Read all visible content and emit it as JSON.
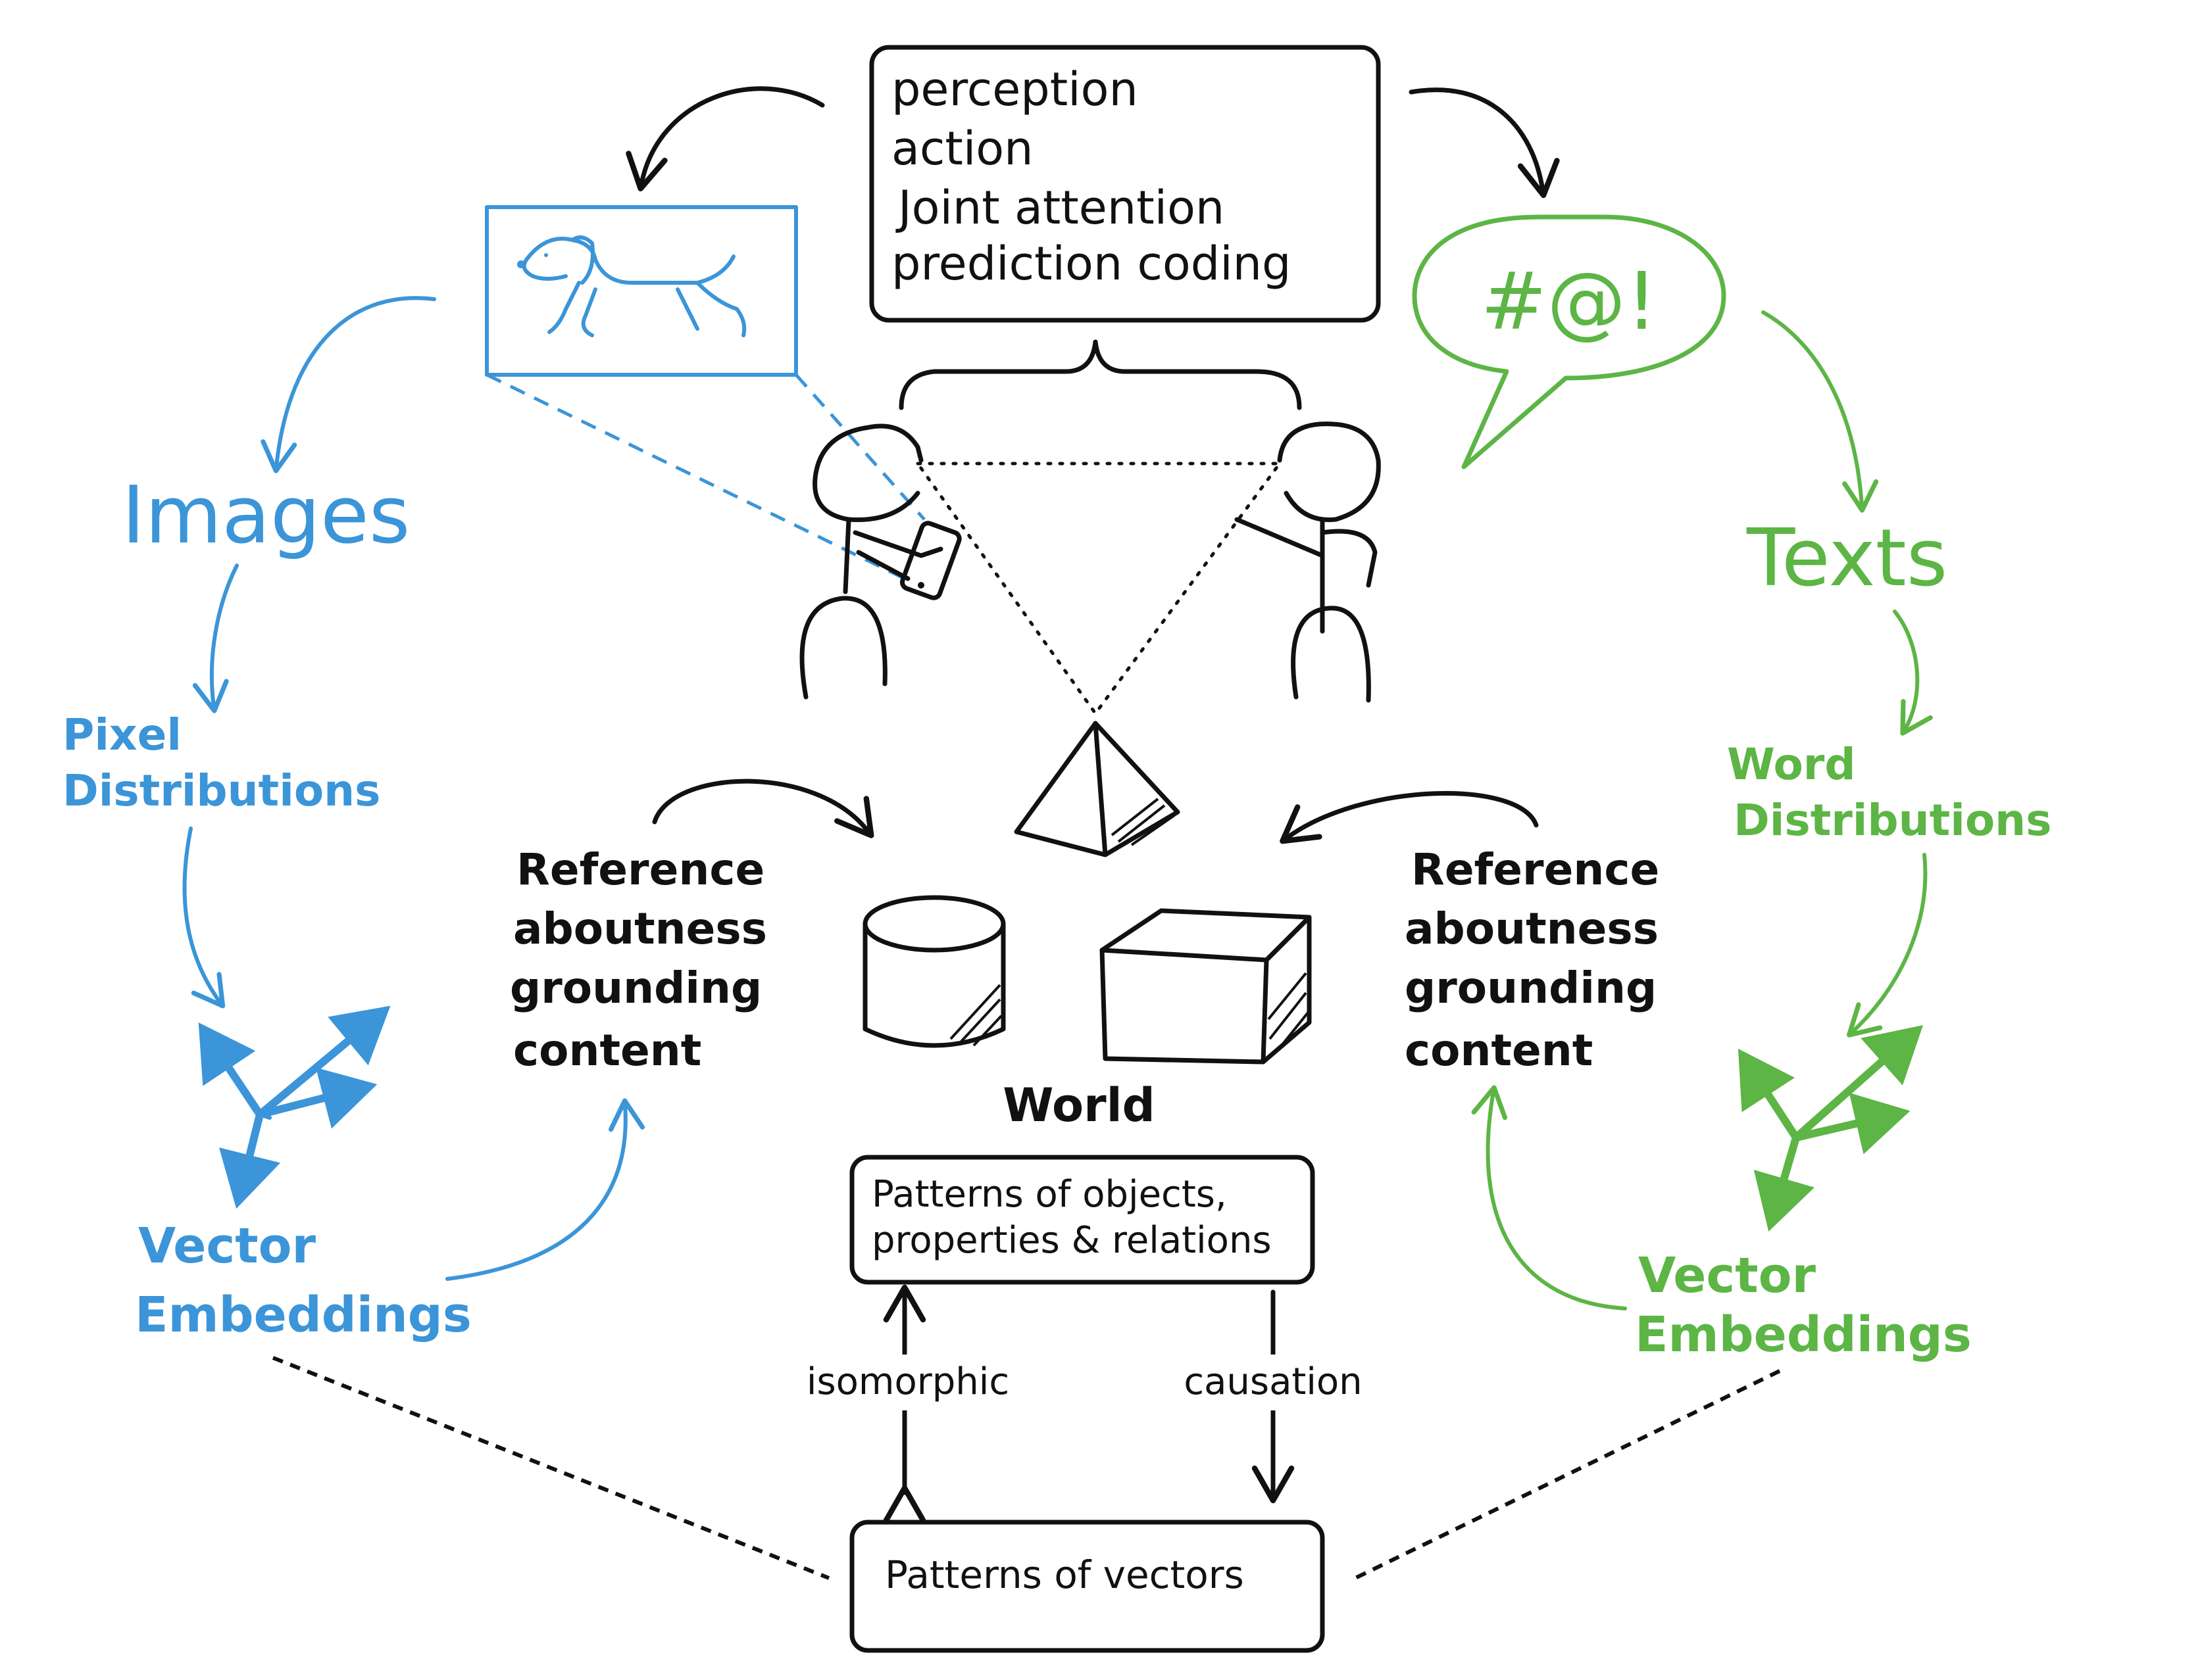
{
  "top_box": {
    "lines": [
      "perception",
      "action",
      "Joint attention",
      "prediction coding"
    ]
  },
  "speech_bubble": {
    "text": "#@!"
  },
  "left": {
    "images": "Images",
    "pixel_line1": "Pixel",
    "pixel_line2": "Distributions",
    "vector_line1": "Vector",
    "vector_line2": "Embeddings"
  },
  "right": {
    "texts": "Texts",
    "word_line1": "Word",
    "word_line2": "Distributions",
    "vector_line1": "Vector",
    "vector_line2": "Embeddings"
  },
  "reference_left": [
    "Reference",
    "aboutness",
    "grounding",
    "content"
  ],
  "reference_right": [
    "Reference",
    "aboutness",
    "grounding",
    "content"
  ],
  "world_label": "World",
  "patterns_objects": {
    "line1": "Patterns of objects,",
    "line2": "properties & relations"
  },
  "isomorphic": "isomorphic",
  "causation": "causation",
  "patterns_vectors": "Patterns of vectors",
  "colors": {
    "black": "#111111",
    "blue": "#3b95d8",
    "green": "#5cb545"
  }
}
